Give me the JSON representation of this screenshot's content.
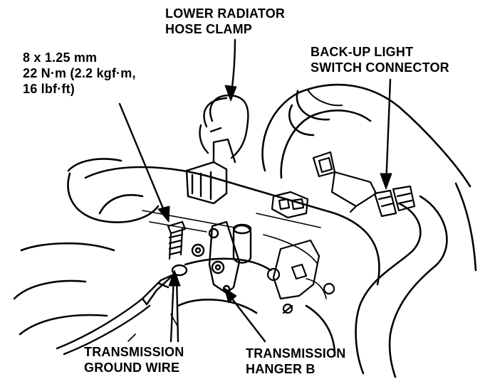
{
  "labels": {
    "lower_radiator_hose_clamp": [
      "LOWER RADIATOR",
      "HOSE CLAMP"
    ],
    "bolt_spec": [
      "8 x 1.25 mm",
      "22 N·m (2.2 kgf·m,",
      "16 lbf·ft)"
    ],
    "backup_light_switch_connector": [
      "BACK-UP LIGHT",
      "SWITCH CONNECTOR"
    ],
    "transmission_ground_wire": [
      "TRANSMISSION",
      "GROUND WIRE"
    ],
    "transmission_hanger_b": [
      "TRANSMISSION",
      "HANGER B"
    ]
  },
  "colors": {
    "ink": "#000000",
    "paper": "#ffffff"
  }
}
